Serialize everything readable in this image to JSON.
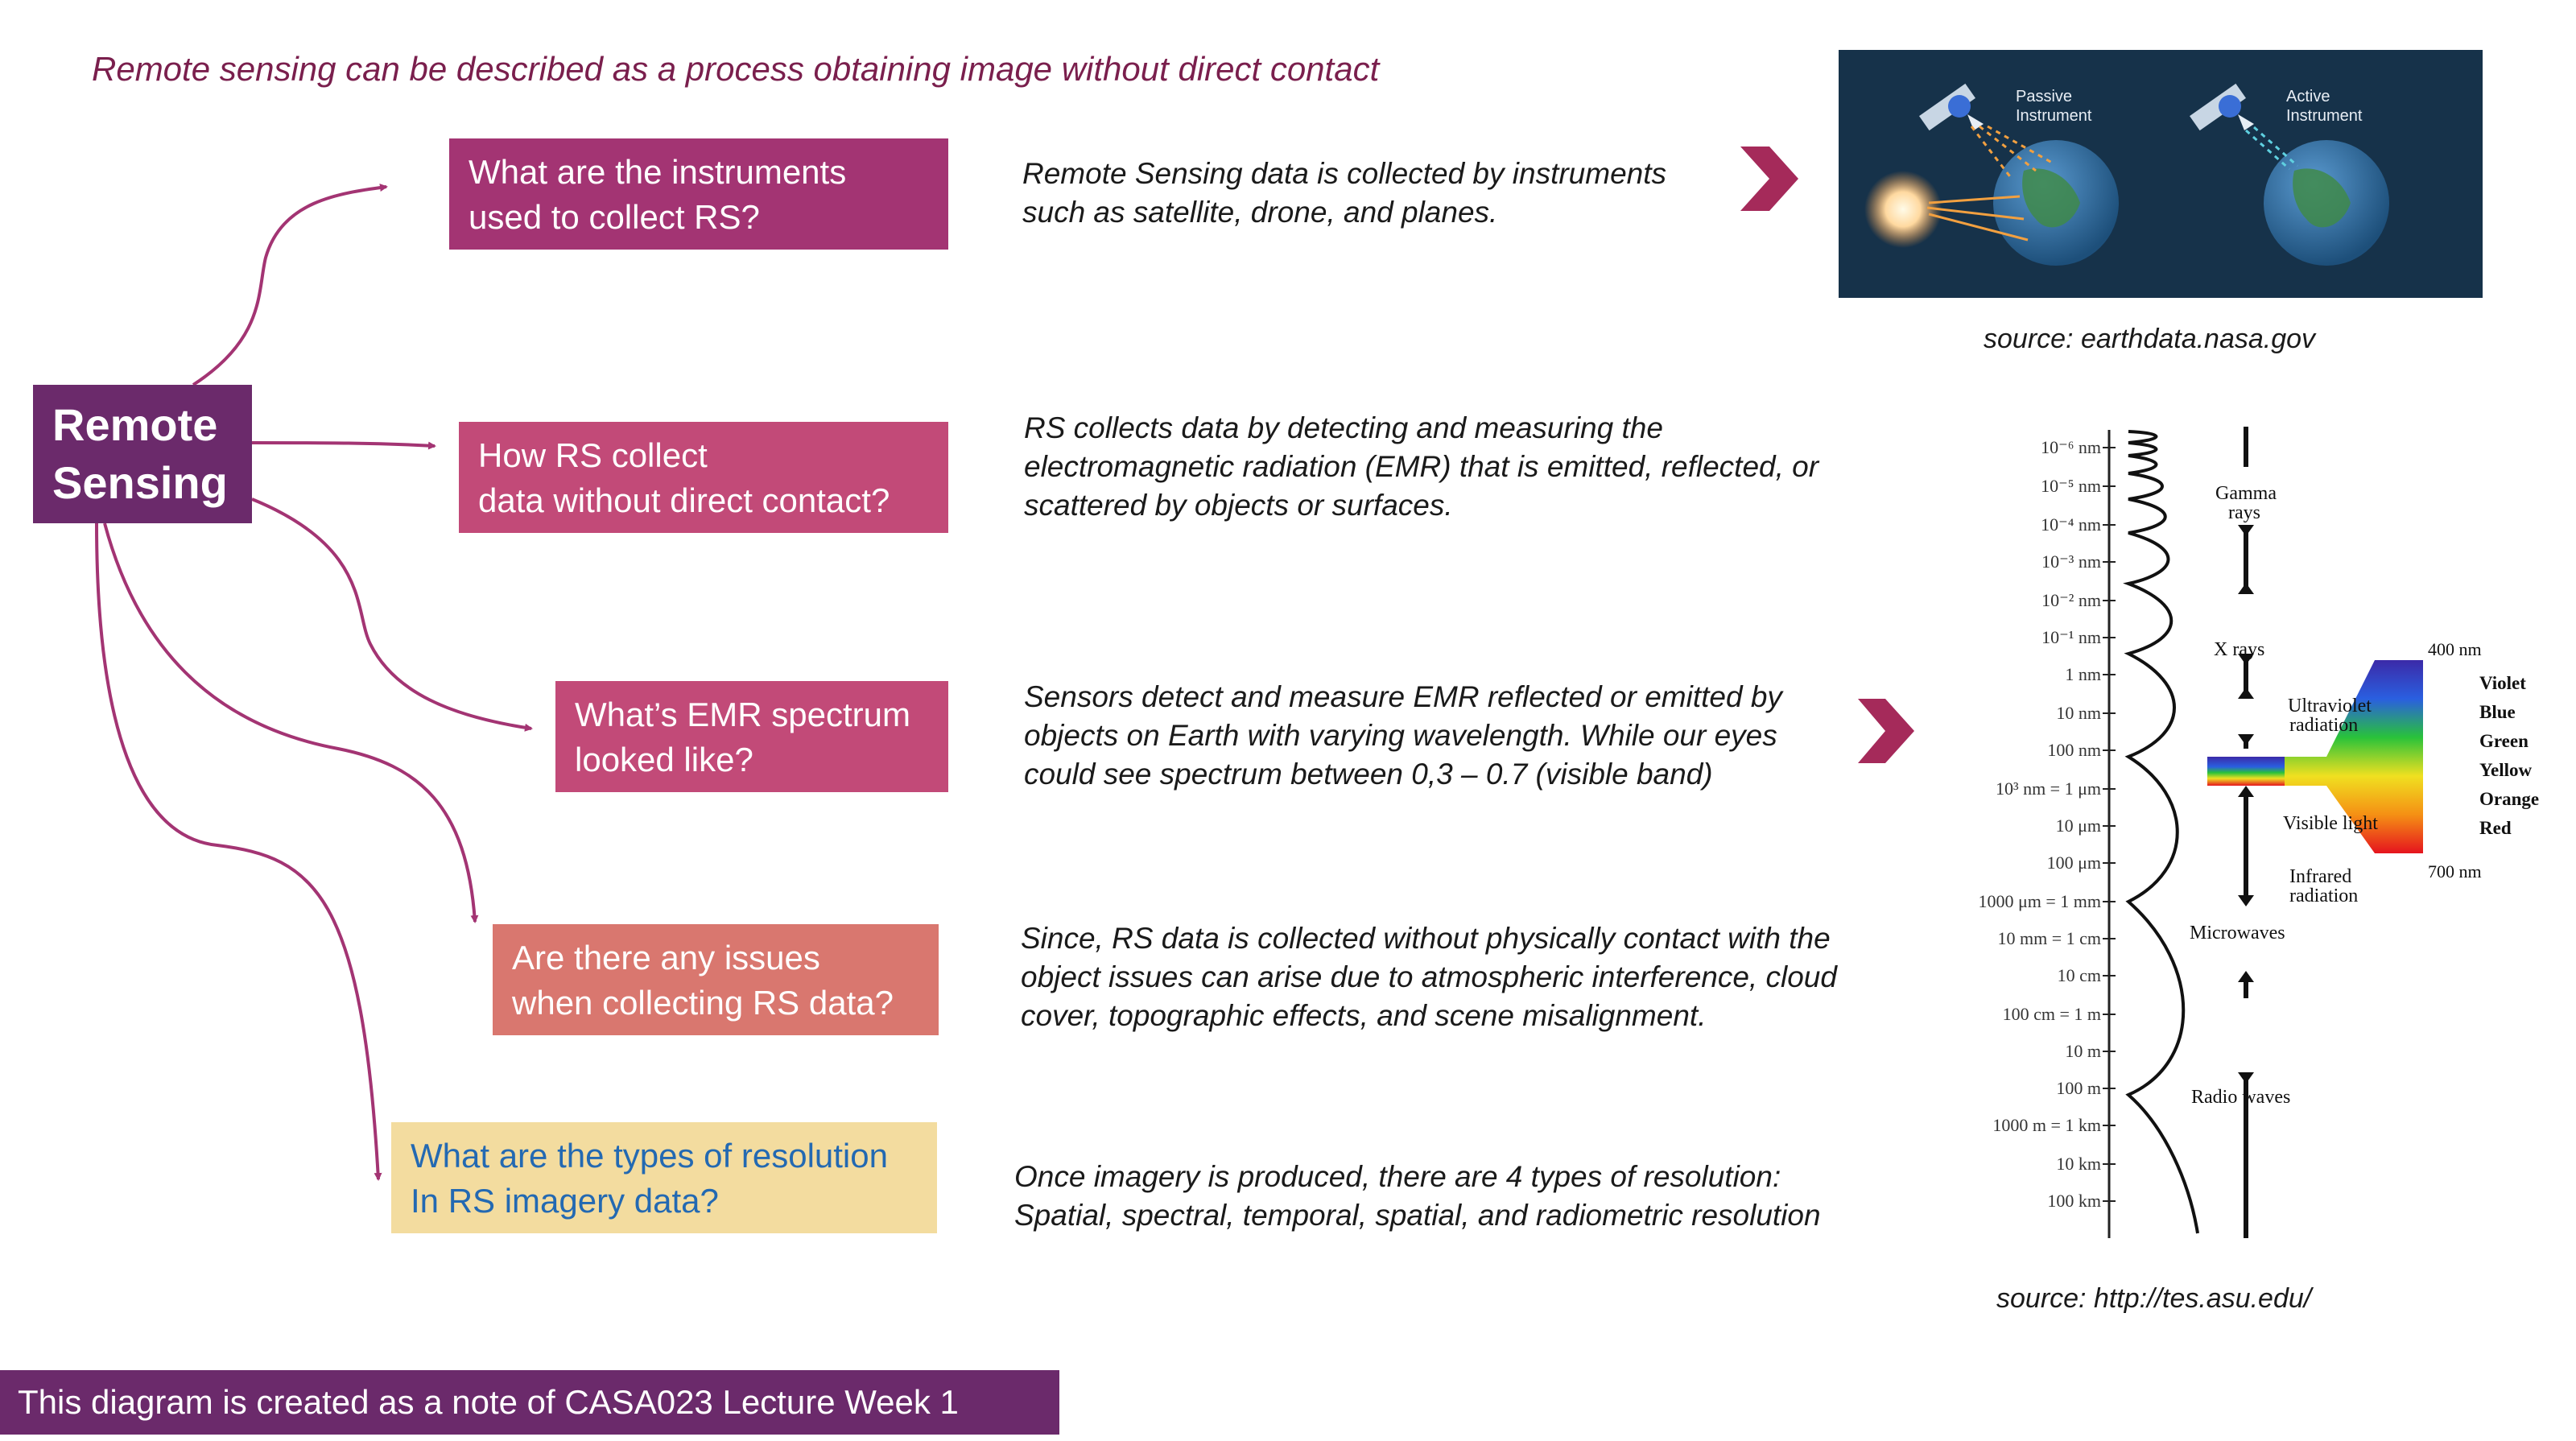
{
  "heading": "Remote sensing can be described as a process obtaining image without direct contact",
  "root": {
    "line1": "Remote",
    "line2": "Sensing"
  },
  "questions": [
    {
      "line1": "What are the instruments",
      "line2": "used to collect RS?",
      "color": "#a33473"
    },
    {
      "line1": "How RS collect",
      "line2": "data without direct contact?",
      "color": "#c24a78"
    },
    {
      "line1": "What’s EMR spectrum",
      "line2": " looked like?",
      "color": "#c24a78"
    },
    {
      "line1": "Are there any issues",
      "line2": "when collecting RS data?",
      "color": "#d9776f"
    },
    {
      "line1": "What are the types of resolution",
      "line2": "In RS imagery data?",
      "color": "#f3dc9f",
      "text_color": "#2369b2"
    }
  ],
  "answers": [
    {
      "lines": [
        "Remote Sensing data is collected by instruments",
        "such as satellite, drone, and planes."
      ]
    },
    {
      "lines": [
        "RS collects data by detecting and measuring the",
        "electromagnetic radiation (EMR) that is emitted, reflected, or",
        "scattered by objects or surfaces."
      ]
    },
    {
      "lines": [
        "Sensors detect and measure EMR reflected or emitted by",
        "objects on Earth with varying wavelength.  While our eyes",
        "could see spectrum between 0,3 – 0.7 (visible band)"
      ]
    },
    {
      "lines": [
        "Since, RS data is collected without physically contact with the",
        "object issues can arise due to atmospheric interference, cloud",
        "cover, topographic effects, and scene misalignment."
      ]
    },
    {
      "lines": [
        "Once imagery is produced, there are 4 types of resolution:",
        "Spatial, spectral, temporal, spatial, and radiometric resolution"
      ]
    }
  ],
  "nasa_image": {
    "passive_label": [
      "Passive",
      "Instrument"
    ],
    "active_label": [
      "Active",
      "Instrument"
    ]
  },
  "source1": "source: earthdata.nasa.gov",
  "source2": "source: http://tes.asu.edu/",
  "spectrum": {
    "ticks": [
      "10⁻⁶ nm",
      "10⁻⁵ nm",
      "10⁻⁴ nm",
      "10⁻³ nm",
      "10⁻² nm",
      "10⁻¹ nm",
      "1 nm",
      "10 nm",
      "100 nm",
      "10³ nm = 1 μm",
      "10 μm",
      "100 μm",
      "1000 μm = 1 mm",
      "10 mm = 1 cm",
      "10 cm",
      "100 cm = 1 m",
      "10 m",
      "100 m",
      "1000 m = 1 km",
      "10 km",
      "100 km"
    ],
    "bands": {
      "gamma": [
        "Gamma",
        "rays"
      ],
      "xrays": "X rays",
      "uv": [
        "Ultraviolet",
        "radiation"
      ],
      "visible": "Visible light",
      "ir": [
        "Infrared",
        "radiation"
      ],
      "micro": "Microwaves",
      "radio": "Radio waves"
    },
    "visible_top": "400 nm",
    "visible_bottom": "700 nm",
    "colors": [
      "Violet",
      "Blue",
      "Green",
      "Yellow",
      "Orange",
      "Red"
    ]
  },
  "footer": "This diagram is created as a note of CASA023 Lecture Week 1",
  "colors": {
    "accent": "#6b2a6b",
    "arrow": "#a33473",
    "chevron": "#a52a5a"
  }
}
